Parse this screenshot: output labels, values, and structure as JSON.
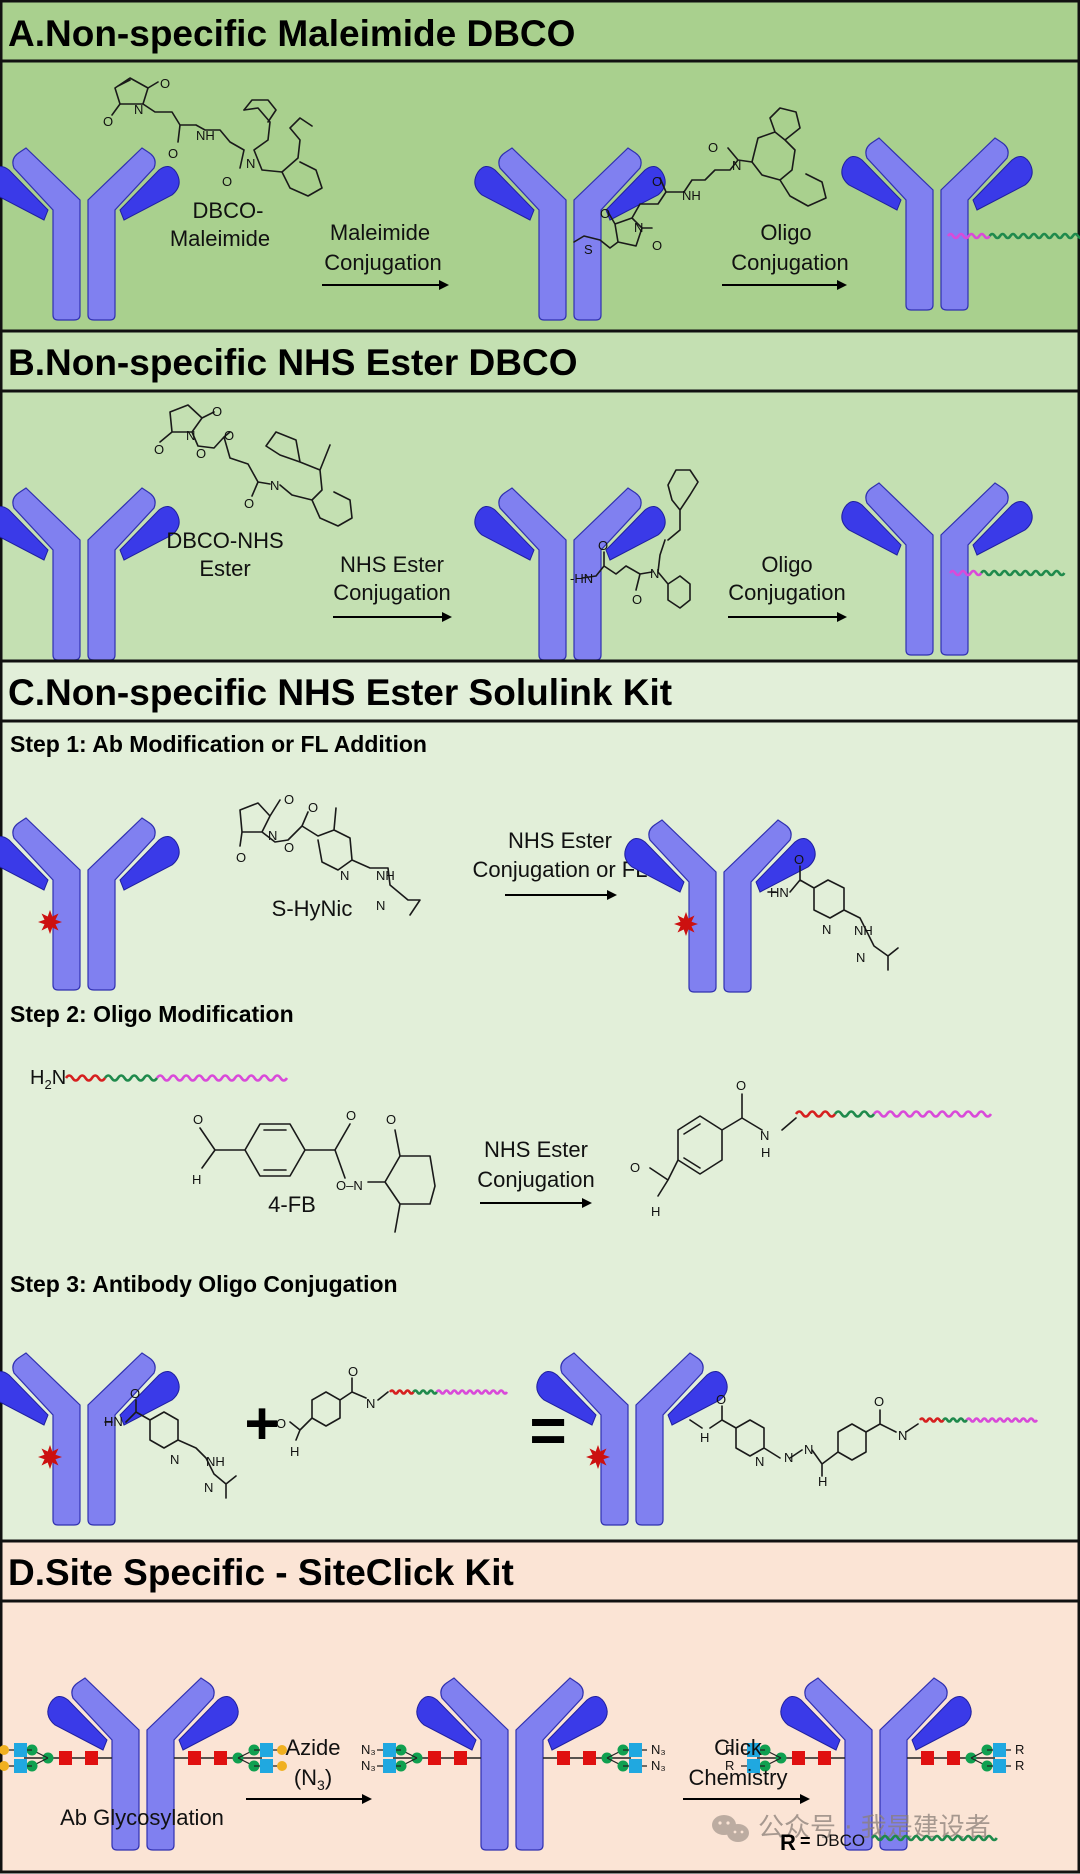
{
  "colors": {
    "panel_a_bg": "#a9d08e",
    "panel_b_bg": "#c4e0b2",
    "panel_c_bg": "#e2efd9",
    "panel_d_bg": "#fbe4d5",
    "antibody_heavy": "#8080f0",
    "antibody_light": "#3a3ae8",
    "oligo_red": "#d62020",
    "oligo_green": "#1f8a4c",
    "oligo_magenta": "#d94ad9",
    "glycan_blue": "#20a8e0",
    "glycan_green": "#10a050",
    "glycan_red": "#e01010",
    "glycan_yellow": "#f0b020",
    "fluor_red": "#cc1010"
  },
  "panel_a": {
    "title": "A.Non-specific Maleimide DBCO",
    "reagent_line1": "DBCO-",
    "reagent_line2": "Maleimide",
    "arrow1_line1": "Maleimide",
    "arrow1_line2": "Conjugation",
    "arrow2_line1": "Oligo",
    "arrow2_line2": "Conjugation",
    "atoms": {
      "o": "O",
      "n": "N",
      "nh": "NH",
      "s": "S"
    }
  },
  "panel_b": {
    "title": "B.Non-specific NHS Ester DBCO",
    "reagent_line1": "DBCO-NHS",
    "reagent_line2": "Ester",
    "arrow1_line1": "NHS Ester",
    "arrow1_line2": "Conjugation",
    "arrow2_line1": "Oligo",
    "arrow2_line2": "Conjugation",
    "atoms": {
      "o": "O",
      "n": "N",
      "hn": "-HN"
    }
  },
  "panel_c": {
    "title": "C.Non-specific NHS Ester Solulink Kit",
    "step1": {
      "heading": "Step 1: Ab Modification or FL Addition",
      "reagent": "S-HyNic",
      "arrow_line1": "NHS Ester",
      "arrow_line2": "Conjugation or FL",
      "atoms": {
        "o": "O",
        "n": "N",
        "nh": "NH",
        "hn": "HN"
      }
    },
    "step2": {
      "heading": "Step 2: Oligo Modification",
      "amine": "H",
      "amine_sub": "2",
      "amine_n": "N",
      "reagent": "4-FB",
      "arrow_line1": "NHS Ester",
      "arrow_line2": "Conjugation",
      "atoms": {
        "o": "O",
        "h": "H",
        "n": "N",
        "on": "O–N"
      }
    },
    "step3": {
      "heading": "Step 3: Antibody Oligo Conjugation",
      "plus": "+",
      "equals": "=",
      "atoms": {
        "o": "O",
        "h": "H",
        "n": "N",
        "nh": "NH",
        "hn": "HN"
      }
    }
  },
  "panel_d": {
    "title": "D.Site Specific - SiteClick Kit",
    "caption": "Ab Glycosylation",
    "arrow1_line1": "Azide",
    "arrow1_line2": "(N",
    "arrow1_sub": "3",
    "arrow1_close": ")",
    "arrow2_line1": "Click",
    "arrow2_line2": "Chemistry",
    "azide_label": "N₃",
    "r_label": "R",
    "legend_r": "R",
    "legend_eq": "=",
    "legend_dbco": "DBCO"
  },
  "watermark": {
    "icon": "wechat-icon",
    "text": "公众号 · 我是建设者"
  }
}
